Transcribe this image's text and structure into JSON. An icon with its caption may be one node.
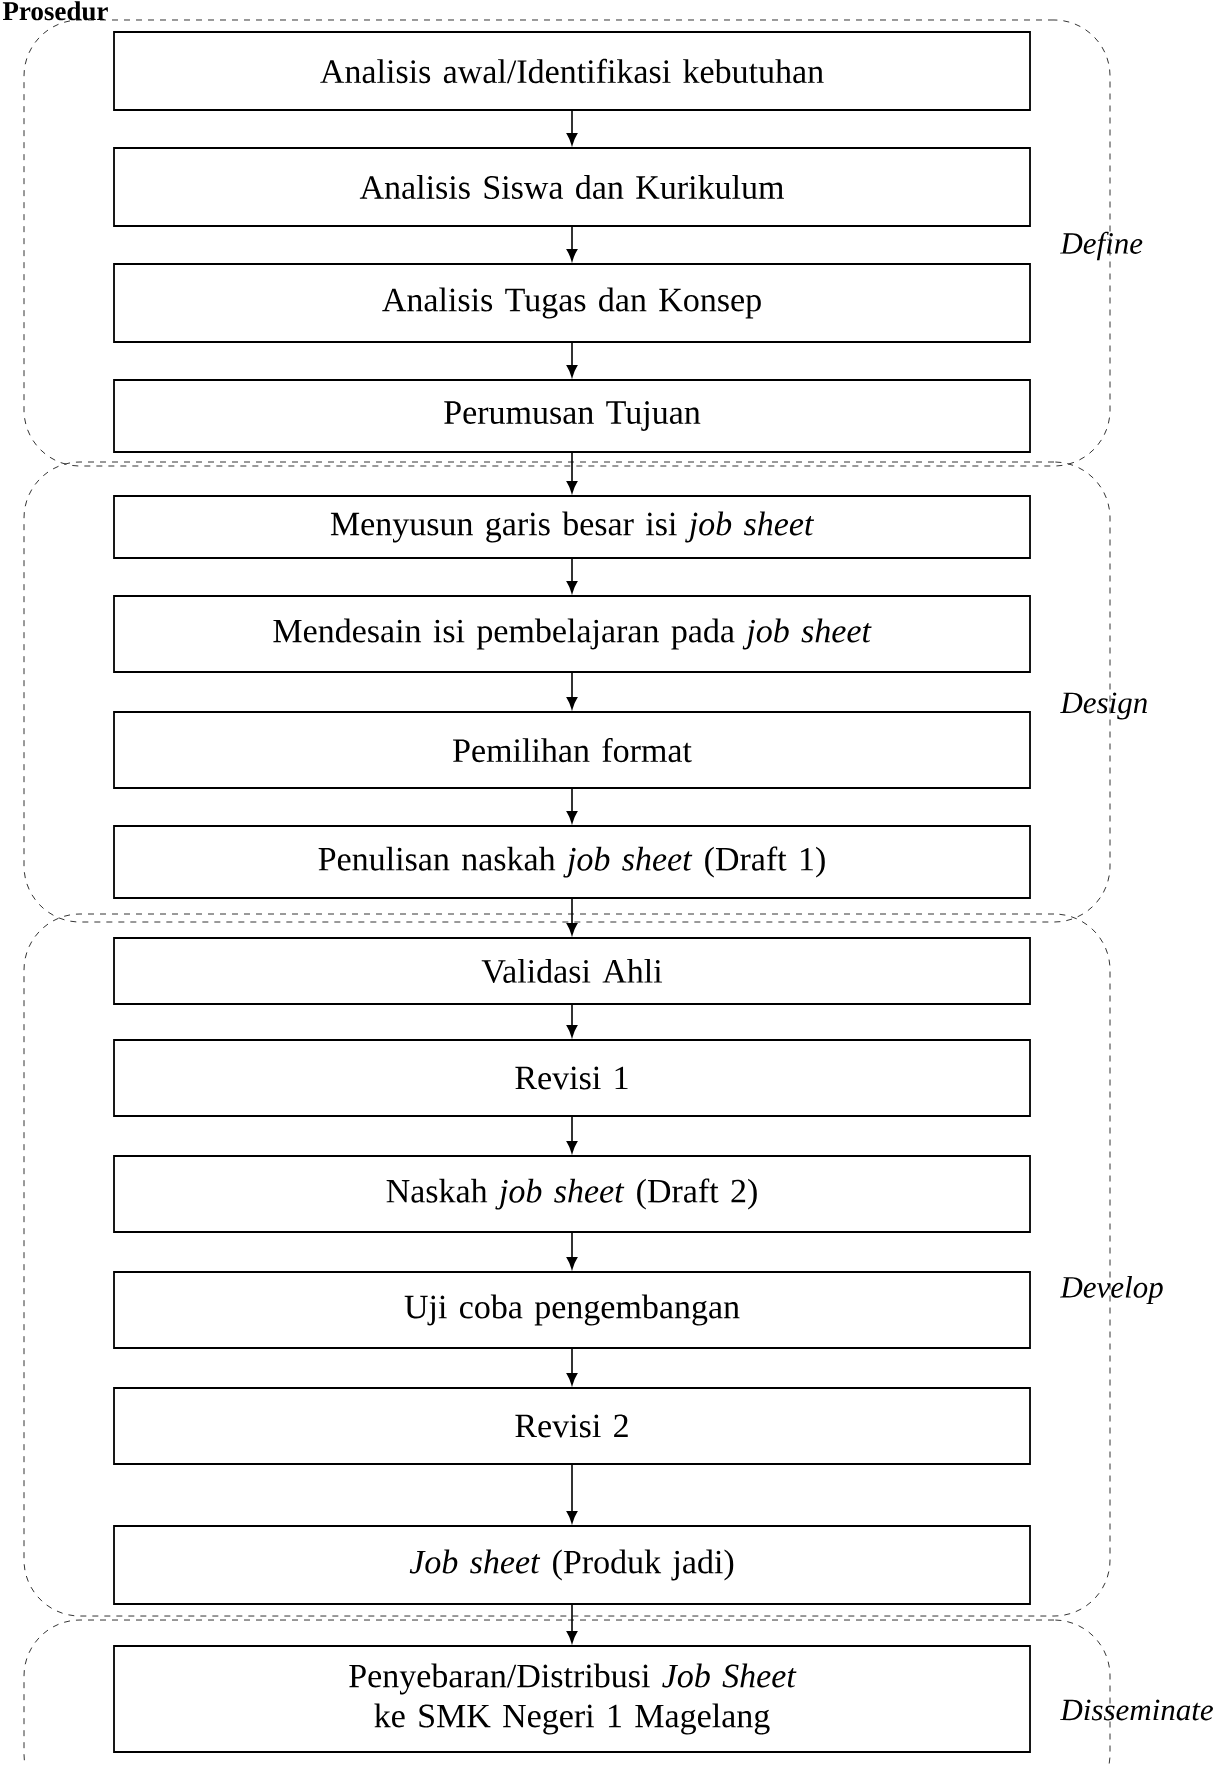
{
  "diagram": {
    "title": "Prosedur",
    "nodes": [
      {
        "text": [
          "*Define*"
        ]
      },
      {
        "text": [
          "Analisis awal/Identifikasi kebutuhan"
        ],
        "in": 0
      },
      {
        "text": [
          "Analisis Siswa dan Kurikulum"
        ],
        "in": 0
      },
      {
        "text": [
          "Analisis Tugas dan Konsep"
        ],
        "in": 0
      },
      {
        "text": [
          "Perumusan Tujuan"
        ],
        "in": 0
      },
      {
        "text": [
          "*Design*"
        ]
      },
      {
        "text": [
          "Menyusun garis besar isi *job sheet*"
        ],
        "in": 5
      },
      {
        "text": [
          "Mendesain isi pembelajaran pada *job sheet*"
        ],
        "in": 5
      },
      {
        "text": [
          "Pemilihan format"
        ],
        "in": 5
      },
      {
        "text": [
          "Penulisan naskah *job sheet* (Draft 1)"
        ],
        "in": 5
      },
      {
        "text": [
          "*Develop*"
        ]
      },
      {
        "text": [
          "Validasi Ahli"
        ],
        "in": 10
      },
      {
        "text": [
          "Revisi 1"
        ],
        "in": 10
      },
      {
        "text": [
          "Naskah *job sheet* (Draft 2)"
        ],
        "in": 10
      },
      {
        "text": [
          "Uji coba pengembangan"
        ],
        "in": 10
      },
      {
        "text": [
          "Revisi 2"
        ],
        "in": 10
      },
      {
        "text": [
          "*Job sheet* (Produk jadi)"
        ],
        "in": 10
      },
      {
        "text": [
          "*Disseminate*"
        ]
      },
      {
        "text": [
          "Penyebaran/Distribusi *Job Sheet* ke SMK Negeri 1 Magelang"
        ],
        "in": 17
      }
    ],
    "edges": [
      {
        "from": 1,
        "to": 2,
        "arrow": "to"
      },
      {
        "from": 2,
        "to": 3,
        "arrow": "to"
      },
      {
        "from": 3,
        "to": 4,
        "arrow": "to"
      },
      {
        "from": 4,
        "to": 6,
        "arrow": "to"
      },
      {
        "from": 6,
        "to": 7,
        "arrow": "to"
      },
      {
        "from": 7,
        "to": 8,
        "arrow": "to"
      },
      {
        "from": 8,
        "to": 9,
        "arrow": "to"
      },
      {
        "from": 9,
        "to": 11,
        "arrow": "to"
      },
      {
        "from": 11,
        "to": 12,
        "arrow": "to"
      },
      {
        "from": 12,
        "to": 13,
        "arrow": "to"
      },
      {
        "from": 13,
        "to": 14,
        "arrow": "to"
      },
      {
        "from": 14,
        "to": 15,
        "arrow": "to"
      },
      {
        "from": 15,
        "to": 16,
        "arrow": "to"
      },
      {
        "from": 16,
        "to": 18,
        "arrow": "to"
      }
    ]
  }
}
